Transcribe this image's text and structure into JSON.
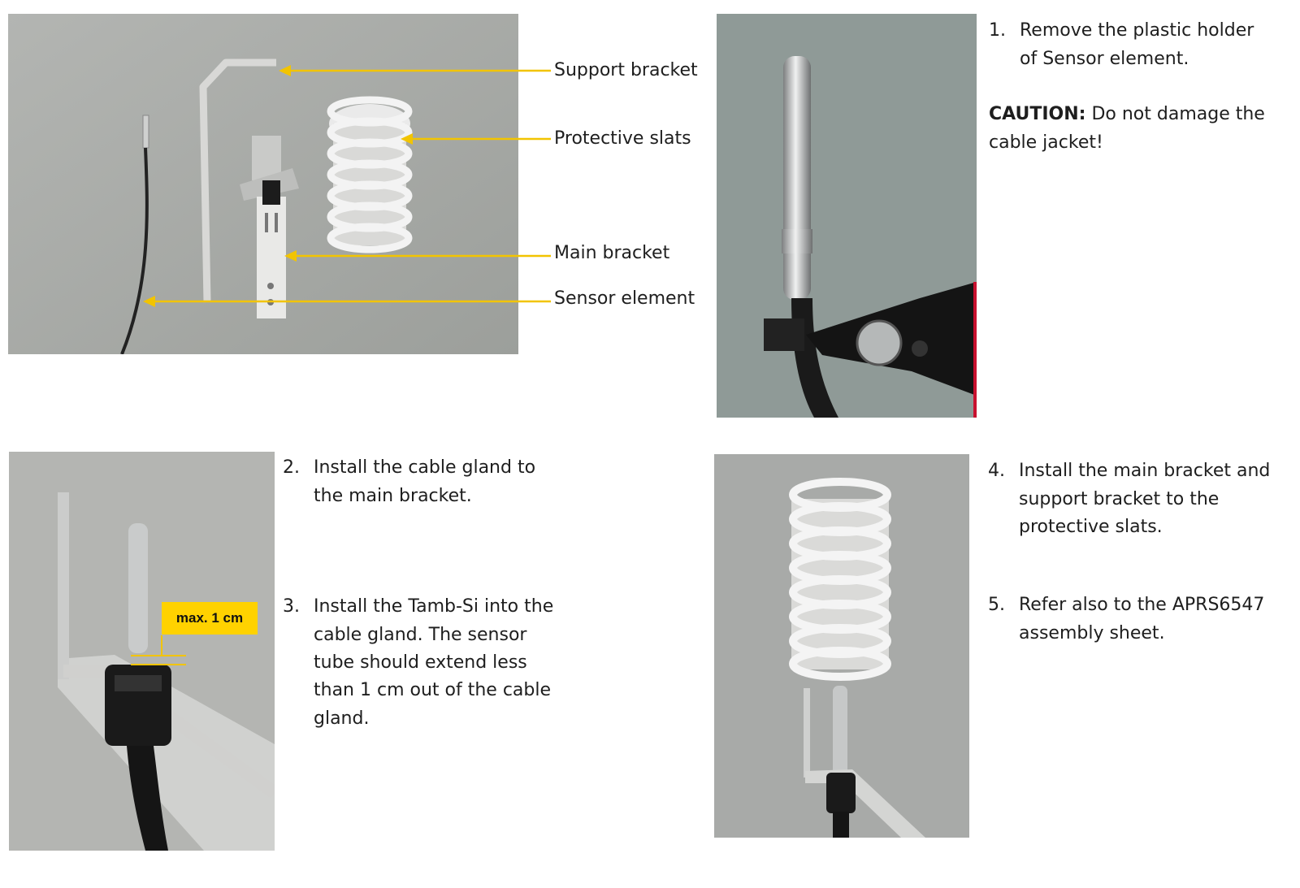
{
  "photos": {
    "parts": {
      "icon": "sensor-parts-photo"
    },
    "pliers": {
      "icon": "pliers-photo"
    },
    "gland": {
      "icon": "cable-gland-photo",
      "badge": "max. 1 cm"
    },
    "assembled": {
      "icon": "assembled-shield-photo"
    }
  },
  "callouts": {
    "support_bracket": "Support bracket",
    "protective_slats": "Protective slats",
    "main_bracket": "Main bracket",
    "sensor_element": "Sensor element"
  },
  "steps": [
    {
      "num": "1.",
      "lines": [
        "Remove the plastic holder",
        "of Sensor element."
      ]
    },
    {
      "num": "2.",
      "lines": [
        "Install the cable gland to",
        "the main bracket."
      ]
    },
    {
      "num": "3.",
      "lines": [
        "Install the Tamb-Si into the",
        "cable gland. The sensor",
        "tube should extend less",
        "than 1 cm out of the cable",
        "gland."
      ]
    },
    {
      "num": "4.",
      "lines": [
        "Install the main bracket and",
        "support bracket to the",
        "protective slats."
      ]
    },
    {
      "num": "5.",
      "lines": [
        "Refer also to the APRS6547",
        "assembly sheet."
      ]
    }
  ],
  "caution": {
    "label": "CAUTION:",
    "text": " Do not damage the",
    "text2": "cable jacket!"
  },
  "colors": {
    "accent": "#ffd200",
    "photo_bg": "#a9aca8"
  }
}
